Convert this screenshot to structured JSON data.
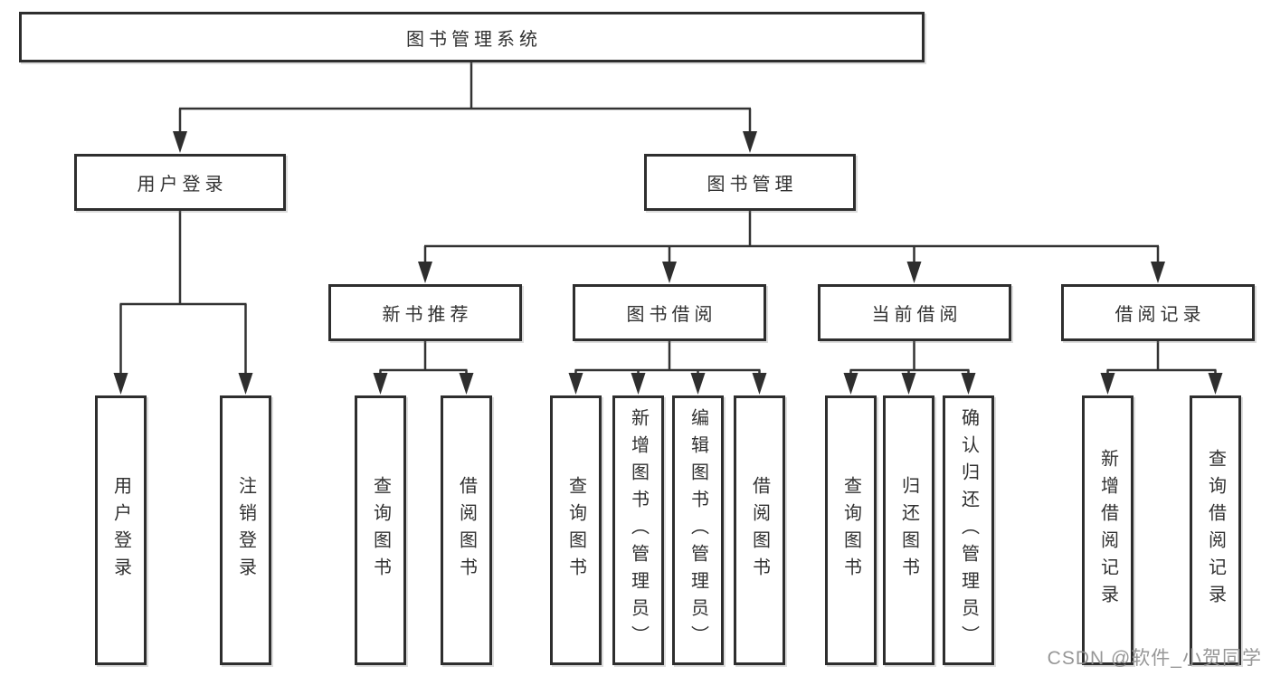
{
  "diagram": {
    "tree": {
      "root": {
        "label": "图书管理系统",
        "children": [
          {
            "label": "用户登录",
            "children": [
              {
                "label": "用户登录"
              },
              {
                "label": "注销登录"
              }
            ]
          },
          {
            "label": "图书管理",
            "children": [
              {
                "label": "新书推荐",
                "children": [
                  {
                    "label": "查询图书"
                  },
                  {
                    "label": "借阅图书"
                  }
                ]
              },
              {
                "label": "图书借阅",
                "children": [
                  {
                    "label": "查询图书"
                  },
                  {
                    "label": "新增图书（管理员）"
                  },
                  {
                    "label": "编辑图书（管理员）"
                  },
                  {
                    "label": "借阅图书"
                  }
                ]
              },
              {
                "label": "当前借阅",
                "children": [
                  {
                    "label": "查询图书"
                  },
                  {
                    "label": "归还图书"
                  },
                  {
                    "label": "确认归还（管理员）"
                  }
                ]
              },
              {
                "label": "借阅记录",
                "children": [
                  {
                    "label": "新增借阅记录"
                  },
                  {
                    "label": "查询借阅记录"
                  }
                ]
              }
            ]
          }
        ]
      }
    },
    "colors": {
      "line": "#333333",
      "box_border": "#2e2e2e",
      "box_fill": "#ffffff",
      "text": "#313131",
      "watermark": "#919191"
    }
  },
  "watermark": {
    "text": "CSDN @软件_小贺同学"
  }
}
